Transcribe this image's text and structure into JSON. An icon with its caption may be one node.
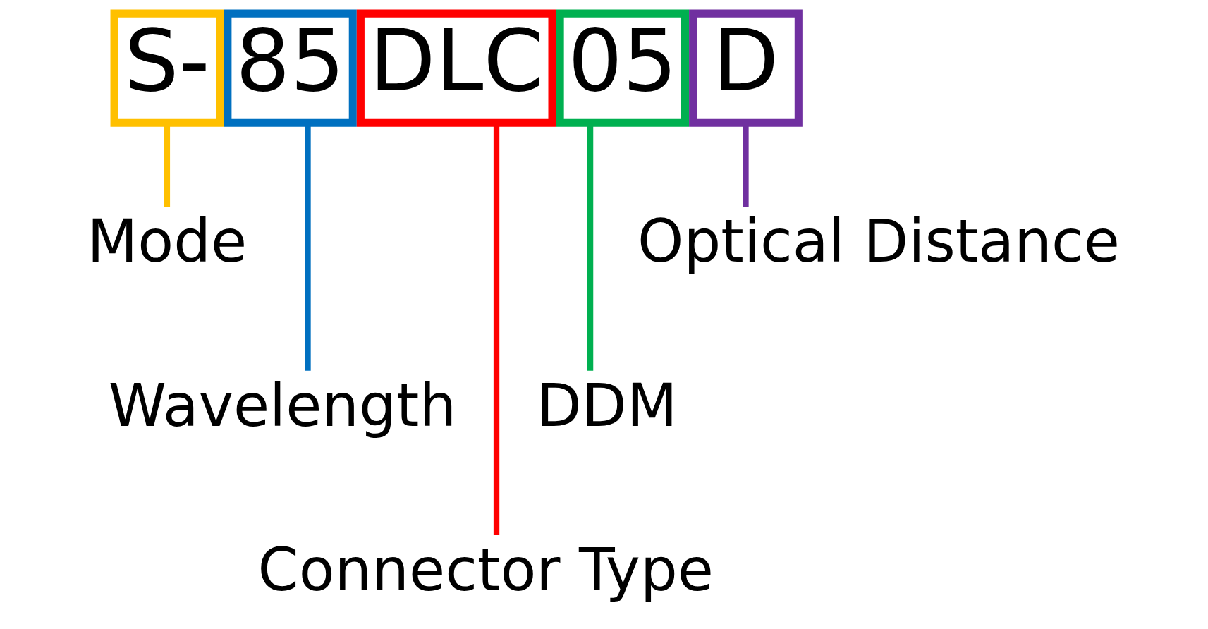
{
  "diagram": {
    "nodes": [
      {
        "text": [
          "S-"
        ]
      },
      {
        "text": [
          "85"
        ]
      },
      {
        "text": [
          "DLC"
        ]
      },
      {
        "text": [
          "05"
        ]
      },
      {
        "text": [
          "D"
        ]
      },
      {
        "text": [
          "Mode"
        ]
      },
      {
        "text": [
          "Wavelength"
        ]
      },
      {
        "text": [
          "Connector Type"
        ]
      },
      {
        "text": [
          "Optical Distance"
        ]
      },
      {
        "text": [
          "DDM"
        ]
      }
    ],
    "edges": [
      {
        "from": 0,
        "to": 5,
        "arrow": "none",
        "color": "#ffc000"
      },
      {
        "from": 1,
        "to": 6,
        "arrow": "none",
        "color": "#0070c0"
      },
      {
        "from": 2,
        "to": 7,
        "arrow": "none",
        "color": "#ff0000"
      },
      {
        "from": 3,
        "to": 9,
        "arrow": "none",
        "color": "#00b050"
      },
      {
        "from": 4,
        "to": 8,
        "arrow": "none",
        "color": "#7030a0"
      }
    ]
  }
}
